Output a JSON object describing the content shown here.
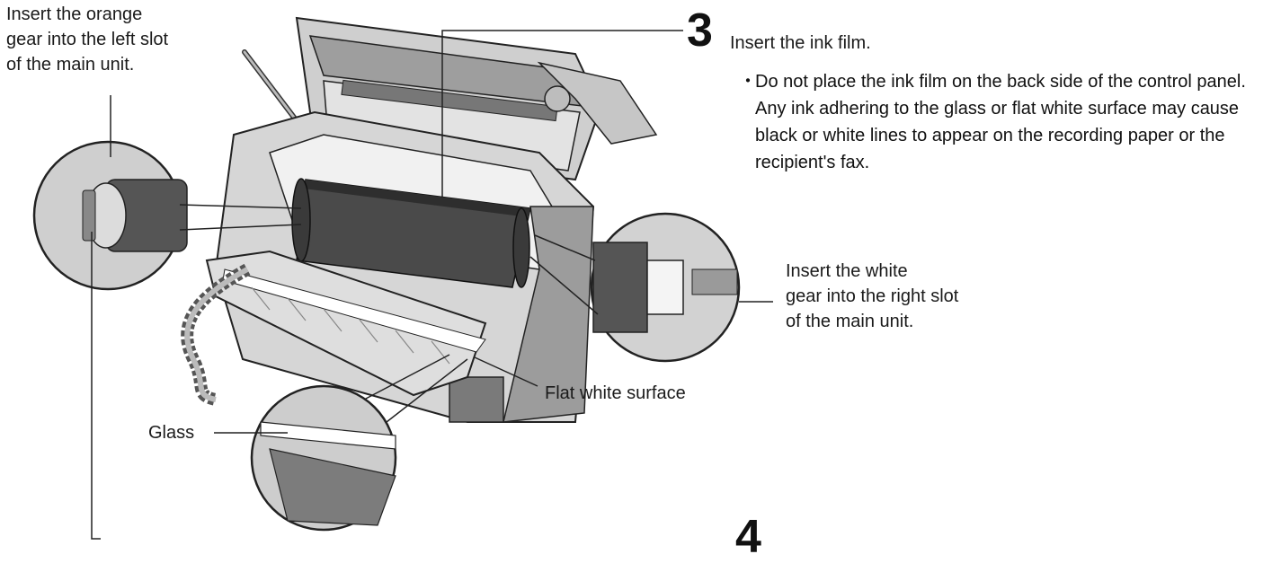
{
  "step3": {
    "number": "3",
    "instruction": "Insert the ink film.",
    "bullet_marker": "・",
    "note": "Do not place the ink film on the back side of the control panel. Any ink adhering to the glass or flat white surface may cause black or white lines to appear on the recording paper or the recipient's fax."
  },
  "step4": {
    "number": "4"
  },
  "callouts": {
    "orange_gear": "Insert the orange\ngear into the left slot\nof the main unit.",
    "white_gear": "Insert the white\ngear into the right slot\nof the main unit.",
    "flat_white_surface": "Flat white surface",
    "glass": "Glass"
  },
  "colors": {
    "line": "#222222",
    "unit_light": "#d4d4d4",
    "unit_mid": "#a9a9a9",
    "unit_dark": "#555555",
    "film": "#444444"
  }
}
